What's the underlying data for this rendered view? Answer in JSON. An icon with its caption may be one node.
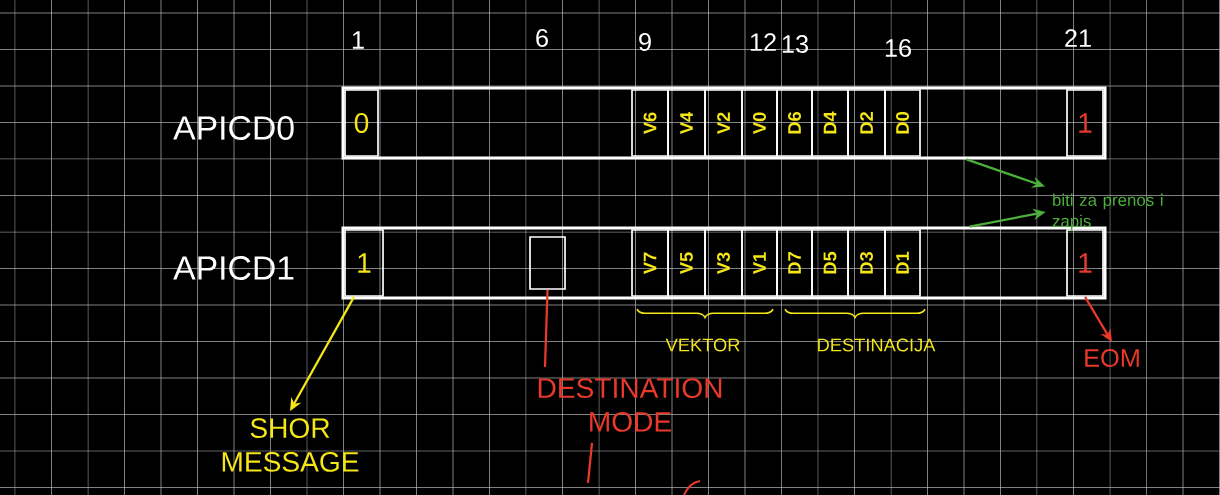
{
  "diagram": {
    "nodes": [
      {
        "text": [
          "APICD0"
        ]
      },
      {
        "text": [
          "0"
        ],
        "in": 0
      },
      {
        "text": [
          "V6"
        ],
        "in": 0
      },
      {
        "text": [
          "V4"
        ],
        "in": 0
      },
      {
        "text": [
          "V2"
        ],
        "in": 0
      },
      {
        "text": [
          "V0"
        ],
        "in": 0
      },
      {
        "text": [
          "D6"
        ],
        "in": 0
      },
      {
        "text": [
          "D4"
        ],
        "in": 0
      },
      {
        "text": [
          "D2"
        ],
        "in": 0
      },
      {
        "text": [
          "D0"
        ],
        "in": 0
      },
      {
        "text": [
          "1"
        ],
        "in": 0
      },
      {
        "text": [
          "APICD1"
        ]
      },
      {
        "text": [
          "1"
        ],
        "in": 11
      },
      {
        "text": [],
        "shape": "box",
        "in": 11
      },
      {
        "text": [
          "V7"
        ],
        "in": 11
      },
      {
        "text": [
          "V5"
        ],
        "in": 11
      },
      {
        "text": [
          "V3"
        ],
        "in": 11
      },
      {
        "text": [
          "V1"
        ],
        "in": 11
      },
      {
        "text": [
          "D7"
        ],
        "in": 11
      },
      {
        "text": [
          "D5"
        ],
        "in": 11
      },
      {
        "text": [
          "D3"
        ],
        "in": 11
      },
      {
        "text": [
          "D1"
        ],
        "in": 11
      },
      {
        "text": [
          "1"
        ],
        "in": 11
      },
      {
        "text": [
          "SHOR MESSAGE"
        ]
      },
      {
        "text": [
          "DESTINATION MODE"
        ]
      },
      {
        "text": [
          "EOM"
        ]
      },
      {
        "text": [
          "biti za prenos i zapis"
        ]
      }
    ],
    "edges": [
      {
        "from": 12,
        "to": 23,
        "arrow": "to",
        "color": "#f5e617"
      },
      {
        "from": 13,
        "to": 24,
        "arrow": "none",
        "color": "#e8392a"
      },
      {
        "from": 22,
        "to": 25,
        "arrow": "to",
        "color": "#e8392a"
      },
      {
        "from": 0,
        "to": 26,
        "arrow": "to",
        "color": "#4caf3c"
      },
      {
        "from": 11,
        "to": 26,
        "arrow": "to",
        "color": "#4caf3c"
      },
      {
        "from": 24,
        "to": null,
        "arrow": "none",
        "color": "#e8392a"
      }
    ],
    "labels": [
      "1",
      "6",
      "9",
      "12",
      "13",
      "16",
      "21",
      "VEKTOR",
      "DESTINACIJA"
    ]
  }
}
